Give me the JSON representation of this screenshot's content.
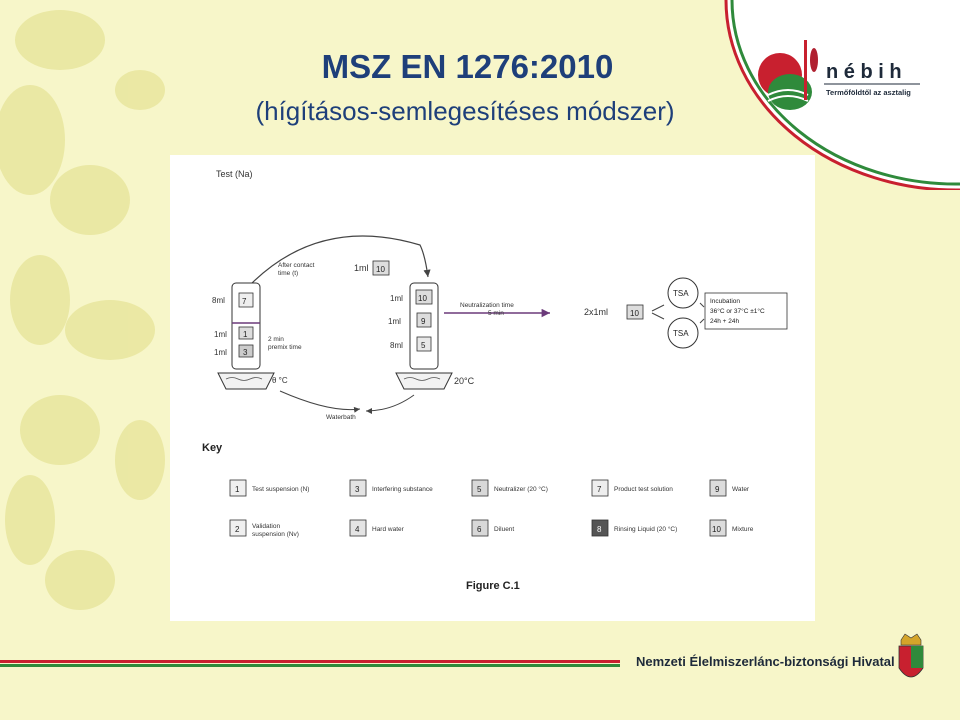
{
  "title": "MSZ EN 1276:2010",
  "subtitle": "(hígításos-semlegesítéses módszer)",
  "logo": {
    "name": "n é b i h",
    "tagline": "Termőföldtől az asztalig"
  },
  "footer": "Nemzeti Élelmiszerlánc-biztonsági Hivatal",
  "colors": {
    "title": "#1e3f7a",
    "background": "#f7f6c9",
    "stripe_red": "#c8202f",
    "stripe_green": "#2f8a3b"
  },
  "figure": {
    "header": "Test (Na)",
    "caption": "Figure C.1",
    "key_title": "Key",
    "tube1": {
      "vol_top": "8ml",
      "vol_mid": "1ml",
      "vol_bot": "1ml",
      "num_top": "7",
      "num_mid": "1",
      "num_bot": "3",
      "temp": "θ °C"
    },
    "tube2": {
      "transfer": "1ml",
      "transfer_num": "10",
      "vol_top": "1ml",
      "vol_mid": "1ml",
      "vol_bot": "8ml",
      "num_top": "10",
      "num_mid": "9",
      "num_bot": "5",
      "temp": "20°C"
    },
    "contact_label": "After contact time (t)",
    "premix_label": "2 min premix time",
    "neutral_label": "Neutralization time 5 min",
    "plate_label": "2x1ml",
    "plate_num": "10",
    "waterbath": "Waterbath",
    "tsa1": "TSA",
    "tsa2": "TSA",
    "incubation": {
      "line1": "Incubation",
      "line2": "36°C or 37°C ±1°C",
      "line3": "24h + 24h"
    },
    "key": [
      {
        "num": "1",
        "label": "Test suspension (N)"
      },
      {
        "num": "3",
        "label": "Interfering substance"
      },
      {
        "num": "5",
        "label": "Neutralizer (20 °C)"
      },
      {
        "num": "7",
        "label": "Product test solution"
      },
      {
        "num": "9",
        "label": "Water"
      },
      {
        "num": "2",
        "label": "Validation suspension (Nv)"
      },
      {
        "num": "4",
        "label": "Hard water"
      },
      {
        "num": "6",
        "label": "Diluent"
      },
      {
        "num": "8",
        "label": "Rinsing Liquid (20 °C)"
      },
      {
        "num": "10",
        "label": "Mixture"
      }
    ]
  }
}
